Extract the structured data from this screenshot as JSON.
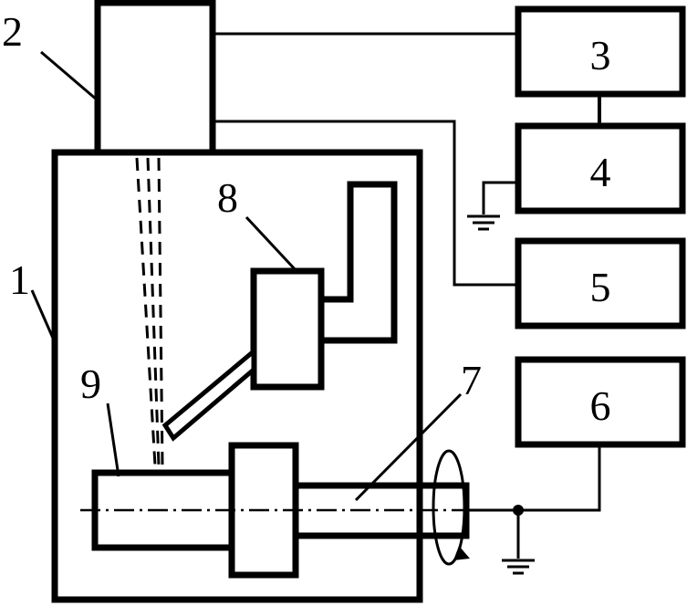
{
  "labels": {
    "chamber": "1",
    "electron_gun": "2",
    "block_3": "3",
    "block_4": "4",
    "block_5": "5",
    "block_6": "6",
    "shaft": "7",
    "detector": "8",
    "workpiece": "9"
  }
}
